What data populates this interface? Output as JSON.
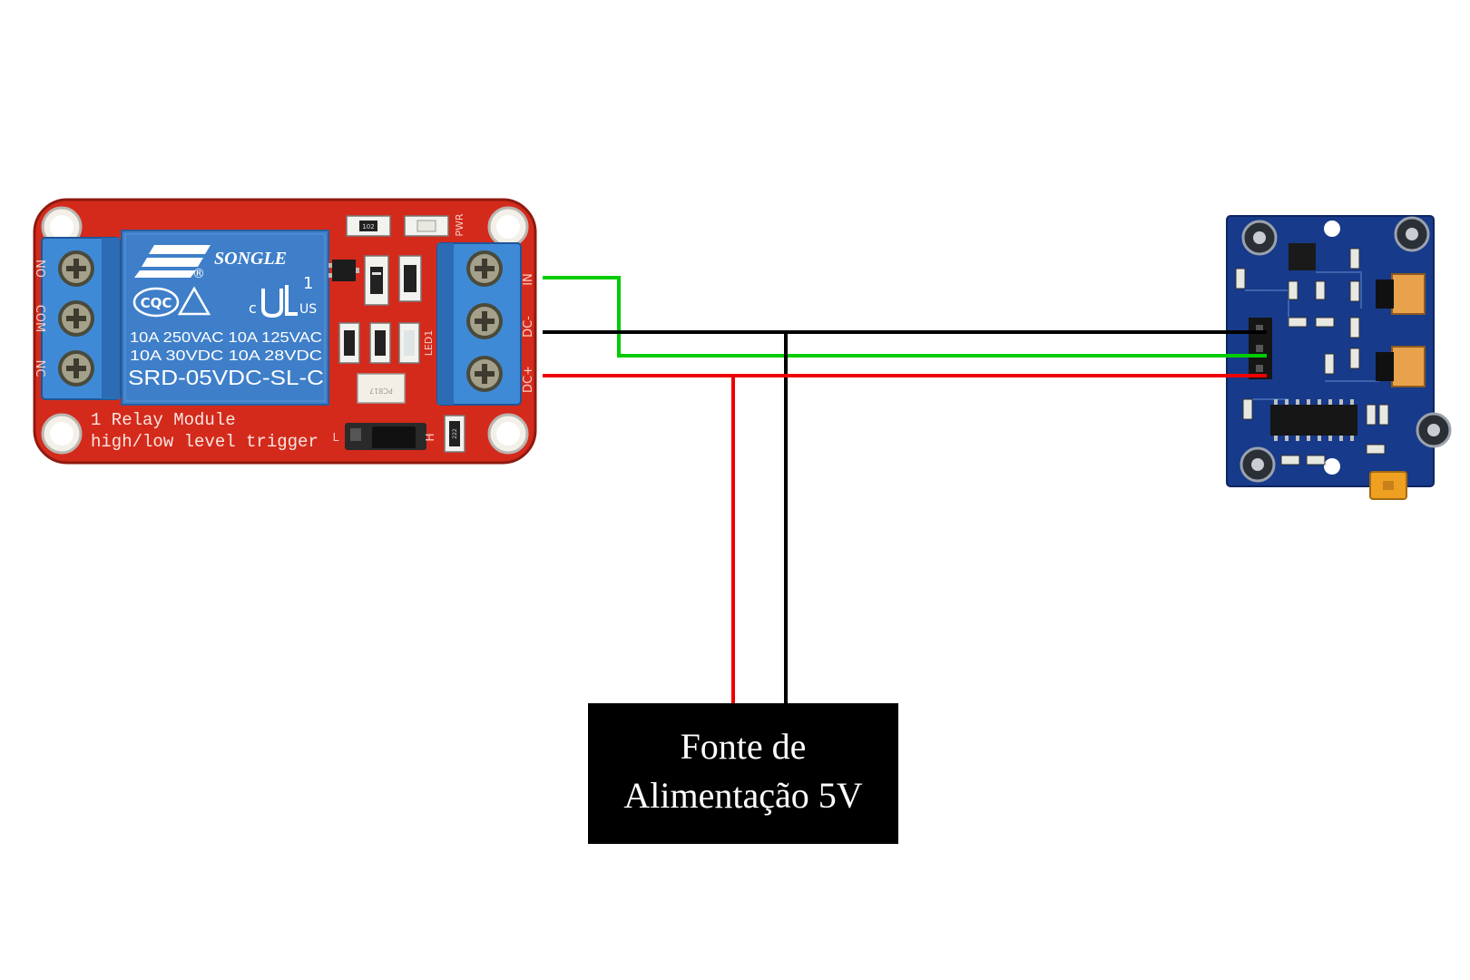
{
  "relay": {
    "brand": "SONGLE",
    "cert_number": "1",
    "cert_c": "c",
    "cert_us": "US",
    "cqc": "CQC",
    "rating_1": "10A 250VAC  10A 125VAC",
    "rating_2": "10A  30VDC  10A  28VDC",
    "model": "SRD-05VDC-SL-C",
    "module_line_1": "1 Relay  Module",
    "module_line_2": "high/low level trigger",
    "pwr_label": "PWR",
    "led_label": "LED1",
    "h_label": "H",
    "l_label": "L",
    "pin_in": "IN",
    "pin_dcm": "DC-",
    "pin_dcp": "DC+",
    "pin_no": "NO",
    "pin_com": "COM",
    "pin_nc": "NC",
    "res_102": "102",
    "res_222": "222",
    "opto": "PC817"
  },
  "power_supply": {
    "line_1": "Fonte de",
    "line_2": "Alimentação 5V"
  },
  "wires": {
    "signal_color": "#00cc00",
    "gnd_color": "#000000",
    "vcc_color": "#ee0000"
  },
  "colors": {
    "relay_pcb": "#d42a1c",
    "relay_body": "#3f7fc9",
    "terminal_blue": "#3e8ad6",
    "pir_pcb": "#173a8a",
    "jumper_yellow": "#f0a020"
  }
}
